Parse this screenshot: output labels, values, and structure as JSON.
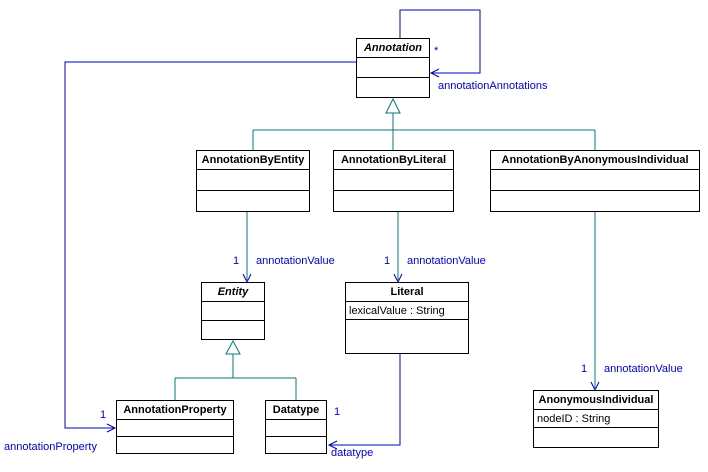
{
  "classes": {
    "annotation": {
      "name": "Annotation",
      "abstract": true
    },
    "annotation_by_entity": {
      "name": "AnnotationByEntity"
    },
    "annotation_by_literal": {
      "name": "AnnotationByLiteral"
    },
    "annotation_by_anonymous_individual": {
      "name": "AnnotationByAnonymousIndividual"
    },
    "entity": {
      "name": "Entity",
      "abstract": true
    },
    "literal": {
      "name": "Literal",
      "attributes": [
        "lexicalValue : String"
      ]
    },
    "anonymous_individual": {
      "name": "AnonymousIndividual",
      "attributes": [
        "nodeID : String"
      ]
    },
    "annotation_property": {
      "name": "AnnotationProperty"
    },
    "datatype": {
      "name": "Datatype"
    }
  },
  "associations": {
    "annotation_annotations": {
      "name": "annotationAnnotations",
      "multiplicity": "*"
    },
    "annotation_value_entity": {
      "name": "annotationValue",
      "multiplicity": "1"
    },
    "annotation_value_literal": {
      "name": "annotationValue",
      "multiplicity": "1"
    },
    "annotation_value_anonymous_individual": {
      "name": "annotationValue",
      "multiplicity": "1"
    },
    "annotation_property": {
      "name": "annotationProperty",
      "multiplicity": "1"
    },
    "datatype": {
      "name": "datatype",
      "multiplicity": "1"
    }
  },
  "colors": {
    "association_line": "#0000bb",
    "generalization_line": "#067878",
    "label_text": "#0000cc",
    "class_border": "#000000",
    "class_fill": "#ffffff"
  }
}
